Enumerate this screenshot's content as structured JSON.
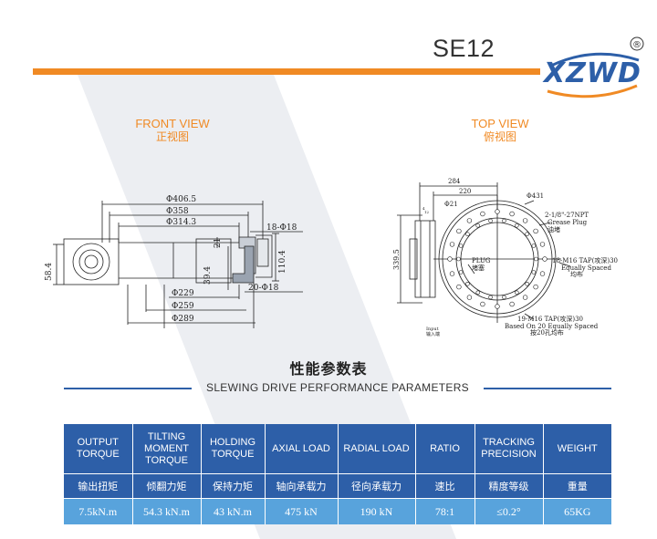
{
  "header": {
    "model": "SE12",
    "brand": "XZWD",
    "registered_mark": "®"
  },
  "front_view": {
    "title_en": "FRONT VIEW",
    "title_cn": "正视图",
    "dims": {
      "d406": "Φ406.5",
      "d358": "Φ358",
      "d314": "Φ314.3",
      "holes18": "18-Φ18",
      "h21": "21",
      "h110": "110.4",
      "h58": "58.4",
      "h39": "39.4",
      "holes20": "20-Φ18",
      "d229": "Φ229",
      "d259": "Φ259",
      "d289": "Φ289"
    }
  },
  "top_view": {
    "title_en": "TOP VIEW",
    "title_cn": "俯视图",
    "dims": {
      "w284": "284",
      "w220": "220",
      "d21": "Φ21",
      "d431": "Φ431",
      "h339": "339.5",
      "small_a": "4",
      "small_b": "12"
    },
    "notes": {
      "grease1": "2-1/8\"-27NPT",
      "grease2": "Grease Plug",
      "grease3": "油堵",
      "m16a1": "18-M16 TAP(攻深)30",
      "m16a2": "Equally Spaced",
      "m16a3": "均布",
      "plug1": "PLUG",
      "plug2": "堵塞",
      "m16b1": "19-M16 TAP(攻深)30",
      "m16b2": "Based On 20 Equally Spaced",
      "m16b3": "按20孔均布",
      "input1": "Input",
      "input2": "输入端"
    }
  },
  "parameters": {
    "title_cn": "性能参数表",
    "title_en": "SLEWING DRIVE PERFORMANCE PARAMETERS",
    "headers": [
      [
        "OUTPUT",
        "TORQUE"
      ],
      [
        "TILTING",
        "MOMENT",
        "TORQUE"
      ],
      [
        "HOLDING",
        "TORQUE"
      ],
      [
        "AXIAL LOAD"
      ],
      [
        "RADIAL LOAD"
      ],
      [
        "RATIO"
      ],
      [
        "TRACKING",
        "PRECISION"
      ],
      [
        "WEIGHT"
      ]
    ],
    "headers_cn": [
      "输出扭矩",
      "倾翻力矩",
      "保持力矩",
      "轴向承载力",
      "径向承载力",
      "速比",
      "精度等级",
      "重量"
    ],
    "values": [
      "7.5kN.m",
      "54.3 kN.m",
      "43 kN.m",
      "475 kN",
      "190 kN",
      "78:1",
      "≤0.2°",
      "65KG"
    ]
  },
  "colors": {
    "accent_orange": "#f08a24",
    "table_blue": "#2d5fa8",
    "table_light_blue": "#58a3dc"
  }
}
